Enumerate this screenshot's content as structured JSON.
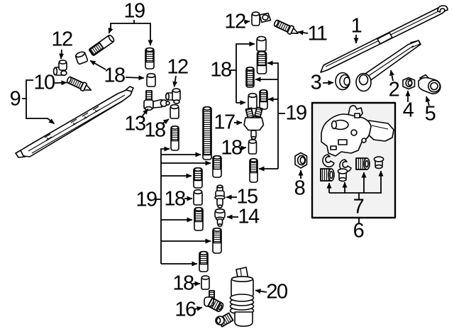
{
  "diagram": {
    "background": "#ffffff",
    "line_color": "#000000",
    "box_fill": "#f2f2f2",
    "callouts": {
      "c19_top": "19",
      "c12_a": "12",
      "c18_a": "18",
      "c10": "10",
      "c9": "9",
      "c12_b": "12",
      "c13": "13",
      "c18_b": "18",
      "c19_left": "19",
      "c18_c": "18",
      "c15": "15",
      "c14": "14",
      "c12_c": "12",
      "c11": "11",
      "c18_d": "18",
      "c17": "17",
      "c18_e": "18",
      "c19_right": "19",
      "c1": "1",
      "c3": "3",
      "c2": "2",
      "c4": "4",
      "c5": "5",
      "c8": "8",
      "c7": "7",
      "c6": "6",
      "c16": "16",
      "c18_f": "18",
      "c20": "20"
    }
  }
}
